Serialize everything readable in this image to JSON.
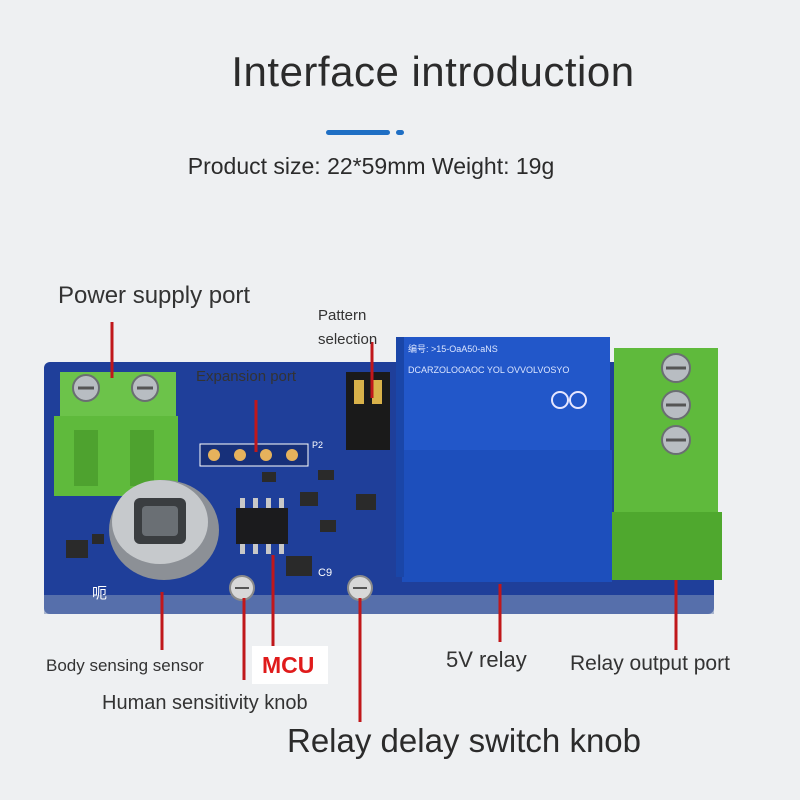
{
  "header": {
    "title": "Interface introduction",
    "subtitle": "Product size: 22*59mm Weight: 19g"
  },
  "labels": {
    "power_supply_port": "Power supply port",
    "pattern_selection_line1": "Pattern",
    "pattern_selection_line2": "selection",
    "expansion_port": "Expansion port",
    "body_sensing_sensor": "Body sensing sensor",
    "mcu": "MCU",
    "relay_5v": "5V relay",
    "relay_output_port": "Relay output port",
    "human_sensitivity_knob": "Human sensitivity knob",
    "relay_delay_switch_knob": "Relay delay switch knob"
  },
  "board": {
    "relay_text_line1": "编号: >15-OaA50-aNS",
    "relay_text_line2": "DCARZOLOOAOC YOL OVVOLVOSYO",
    "silk_c9": "C9",
    "silk_p2": "P2",
    "silk_ic": "呃"
  },
  "colors": {
    "pcb": "#1f3f9a",
    "terminal": "#5fba3c",
    "relay": "#2257c9",
    "pointer_line": "#c0171b",
    "accent": "#1f6fc4",
    "mcu_text": "#e01b1b"
  }
}
